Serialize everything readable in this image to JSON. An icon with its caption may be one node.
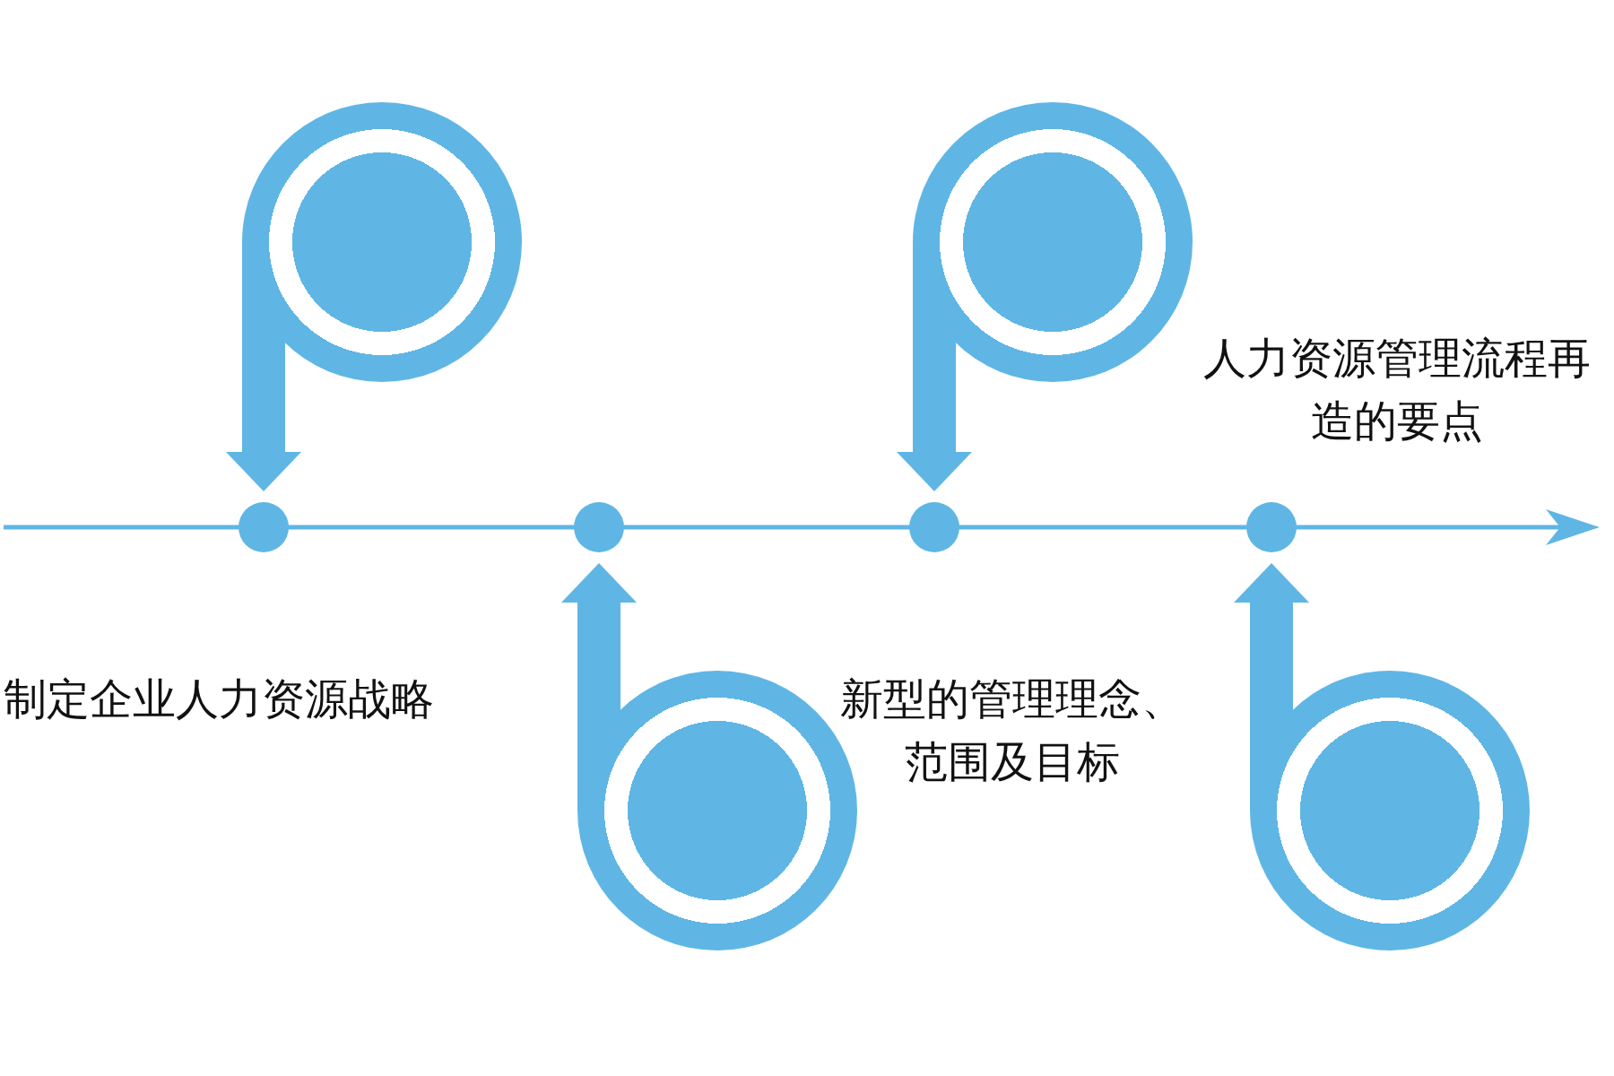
{
  "diagram": {
    "nodes": [
      {
        "text": [],
        "shape": "circle"
      },
      {
        "text": [],
        "shape": "circle"
      },
      {
        "text": [],
        "shape": "circle"
      },
      {
        "text": [],
        "shape": "circle"
      },
      {
        "text": [],
        "shape": "circle"
      },
      {
        "text": [],
        "shape": "circle"
      },
      {
        "text": [],
        "shape": "circle"
      },
      {
        "text": [],
        "shape": "circle"
      }
    ],
    "edges": [
      {
        "from": 4,
        "to": 0,
        "arrow": "to"
      },
      {
        "from": 5,
        "to": 1,
        "arrow": "to"
      },
      {
        "from": 6,
        "to": 2,
        "arrow": "to"
      },
      {
        "from": 7,
        "to": 3,
        "arrow": "to"
      }
    ],
    "labels": [
      "人力资源管理流程再造的要点",
      "制定企业人力资源战略",
      "新型的管理理念、范围及目标"
    ]
  }
}
